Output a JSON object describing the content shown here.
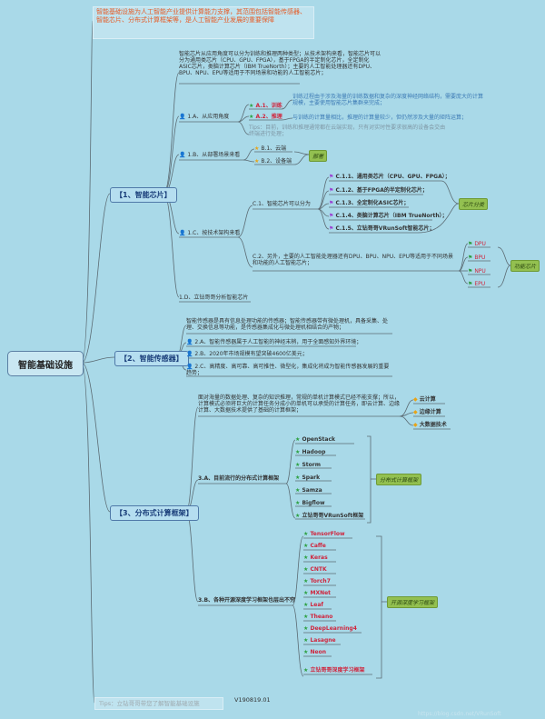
{
  "root": "智能基础设施",
  "intro": "智能基础设施为人工智能产业提供计算能力支撑，其范围包括智能传感器、智能芯片、分布式计算框架等，是人工智能产业发展的重要保障",
  "chip": {
    "title": "【1、智能芯片】",
    "desc": "智能芯片从应用角度可以分为训练和推理两种类型；从技术架构来看，智能芯片可以分为通用类芯片（CPU、GPU、FPGA），基于FPGA的半定制化芯片，全定制化ASIC芯片，类脑计算芯片（IBM TrueNorth）；主要的人工智能处理器还有DPU、BPU、NPU、EPU等适用于不同场景和功能的人工智能芯片；",
    "app": {
      "label": "1.A、从应用角度",
      "a1": {
        "label": "A.1、训练",
        "desc": "训练过程由于涉及海量的训练数据和复杂的深度神经网络结构，需要庞大的计算规模，主要使用智能芯片集群来完成；"
      },
      "a2": {
        "label": "A.2、推理",
        "desc": "与训练的计算量相比，推理的计算量较少，但仍然涉及大量的矩阵运算；"
      },
      "tips": "Tips：目前，训练和推理通常都在云端实现，只有对实时性要求很高的设备会交由终端进行处理；"
    },
    "deploy": {
      "label": "1.B、从部署场景来看",
      "b1": "B.1、云端",
      "b2": "B.2、设备端",
      "tag": "部署"
    },
    "tech": {
      "label": "1.C、按技术架构来看",
      "c1": {
        "label": "C.1、智能芯片可以分为",
        "items": [
          "C.1.1、通用类芯片（CPU、GPU、FPGA）；",
          "C.1.2、基于FPGA的半定制化芯片；",
          "C.1.3、全定制化ASIC芯片；",
          "C.1.4、类脑计算芯片（IBM TrueNorth）；",
          "C.1.5、立钻哥哥VRunSoft智能芯片；"
        ],
        "tag": "芯片分类"
      },
      "c2": {
        "label": "C.2、另外，主要的人工智能处理器还有DPU、BPU、NPU、EPU等适用于不同场景和功能的人工智能芯片；",
        "items": [
          "DPU",
          "BPU",
          "NPU",
          "EPU"
        ],
        "tag": "功能芯片"
      }
    },
    "d": "1.D、立钻哥哥分析智能芯片"
  },
  "sensor": {
    "title": "【2、智能传感器】",
    "desc": "智能传感器是具有信息处理功能的传感器；智能传感器带有微处理机，具备采集、处理、交换信息等功能，是传感器集成化与微处理机相结合的产物；",
    "items": [
      "2.A、智能传感器属于人工智能的神经末梢，用于全面感知外界环境；",
      "2.B、2020年市场规模有望突破4600亿美元；",
      "2.C、高精度、高可靠、高可推性、微型化，集成化将成为智能传感器发展的重要趋势；"
    ]
  },
  "compute": {
    "title": "【3、分布式计算框架】",
    "desc": "面对海量的数据处理、复杂的知识推理，常规的单机计算模式已经不能支撑；所以，计算模式必须将巨大的计算任务分成小的单机可以承受的计算任务，即云计算、边缘计算、大数据技术提供了基础的计算框架；",
    "techs": [
      "云计算",
      "边缘计算",
      "大数据技术"
    ],
    "a": {
      "label": "3.A、目前流行的分布式计算框架",
      "items": [
        "OpenStack",
        "Hadoop",
        "Storm",
        "Spark",
        "Samza",
        "Bigflow",
        "立钻哥哥VRunSoft框架"
      ],
      "tag": "分布式计算框架"
    },
    "b": {
      "label": "3.B、各种开源深度学习框架也层出不穷",
      "items": [
        "TensorFlow",
        "Caffe",
        "Keras",
        "CNTK",
        "Torch7",
        "MXNet",
        "Leaf",
        "Theano",
        "DeepLearning4",
        "Lasagne",
        "Neon",
        "立钻哥哥深度学习框架"
      ],
      "tag": "开源深度学习框架"
    }
  },
  "tips": "Tips：立钻哥哥带您了解智能基础设施",
  "version": "V190819.01",
  "watermark": "https://blog.csdn.net/VRunSoft"
}
